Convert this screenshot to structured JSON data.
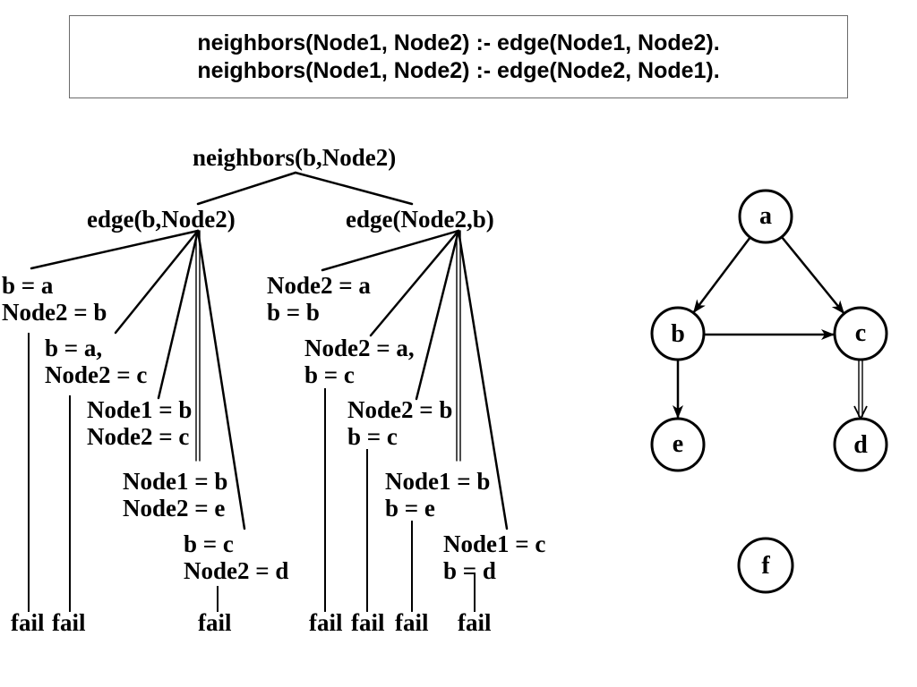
{
  "rule_box": {
    "clause_1": "neighbors(Node1, Node2) :- edge(Node1, Node2).",
    "clause_2": "neighbors(Node1, Node2) :- edge(Node2, Node1)."
  },
  "search_tree": {
    "root_goal": "neighbors(b,Node2)",
    "branches": [
      {
        "goal": "edge(b,Node2)",
        "attempts": [
          {
            "bindings": [
              "b = a",
              "Node2 = b"
            ],
            "result": "fail"
          },
          {
            "bindings": [
              "b = a,",
              "Node2 = c"
            ],
            "result": "fail"
          },
          {
            "bindings": [
              "Node1 = b",
              "Node2 = c"
            ]
          },
          {
            "bindings": [
              "Node1 = b",
              "Node2 = e"
            ]
          },
          {
            "bindings": [
              "b = c",
              "Node2 = d"
            ],
            "result": "fail"
          }
        ]
      },
      {
        "goal": "edge(Node2,b)",
        "attempts": [
          {
            "bindings": [
              "Node2 = a",
              "b = b"
            ]
          },
          {
            "bindings": [
              "Node2 = a,",
              "b = c"
            ],
            "result": "fail"
          },
          {
            "bindings": [
              "Node2 = b",
              "b = c"
            ],
            "result": "fail"
          },
          {
            "bindings": [
              "Node1 = b",
              "b = e"
            ],
            "result": "fail"
          },
          {
            "bindings": [
              "Node1 = c",
              "b = d"
            ],
            "result": "fail"
          }
        ]
      }
    ]
  },
  "graph": {
    "nodes": [
      {
        "label": "a"
      },
      {
        "label": "b"
      },
      {
        "label": "c"
      },
      {
        "label": "e"
      },
      {
        "label": "d"
      },
      {
        "label": "f"
      }
    ]
  }
}
